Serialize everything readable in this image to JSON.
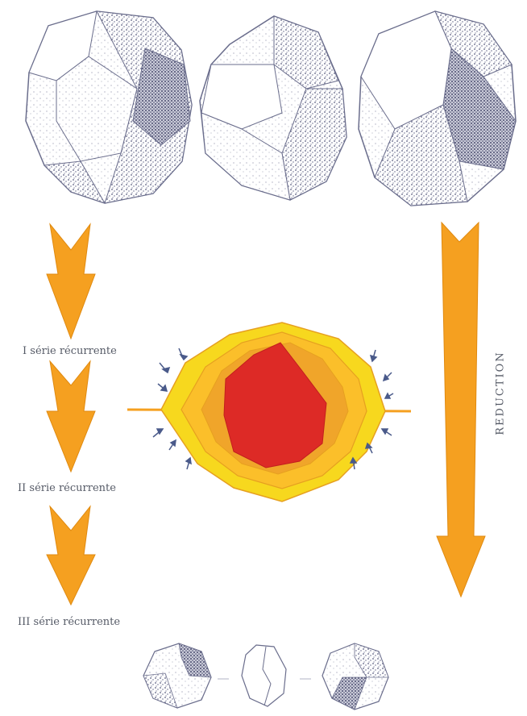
{
  "labels": {
    "series_1": "I série récurrente",
    "series_2": "II série récurrente",
    "series_3": "III série récurrente",
    "reduction": "REDUCTION"
  },
  "colors": {
    "arrow": "#f5a020",
    "arrow_dark": "#e08a10",
    "core_outer": "#f7d81e",
    "core_mid": "#fbbf2a",
    "core_inner": "#f0a52a",
    "core_center": "#dd2a26",
    "stone_shade": "#6a6d8c",
    "text": "#555a66"
  },
  "icons": [
    "stone-sketch-icon",
    "arrow-down-icon",
    "core-cross-section-icon",
    "small-arrow-icon"
  ]
}
